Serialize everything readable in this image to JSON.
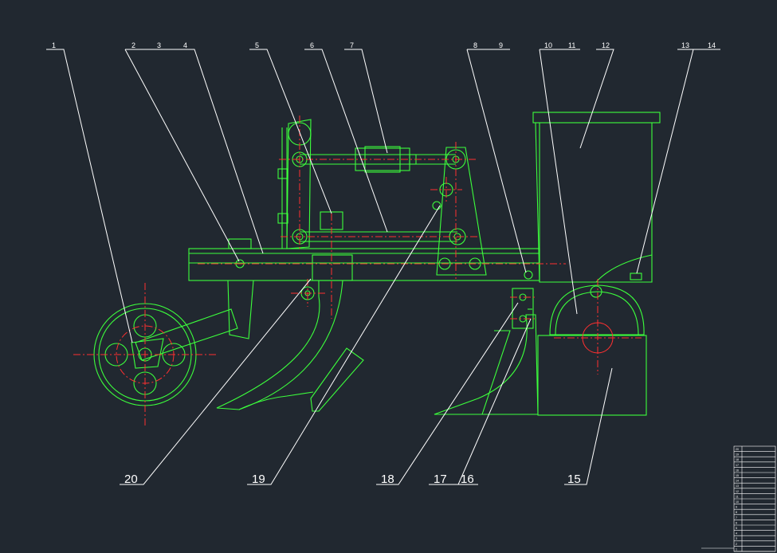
{
  "colors": {
    "background": "#212830",
    "outline": "#3cff3c",
    "centerline": "#ff3030",
    "annotation": "#ffffff"
  },
  "top_callouts": [
    "1",
    "2",
    "3",
    "4",
    "5",
    "6",
    "7",
    "8",
    "9",
    "10",
    "11",
    "12",
    "13",
    "14"
  ],
  "bottom_callouts": [
    "20",
    "19",
    "18",
    "17",
    "16",
    "15"
  ],
  "title_block": {
    "rows": [
      "20",
      "19",
      "18",
      "17",
      "16",
      "15",
      "14",
      "13",
      "12",
      "11",
      "10",
      "9",
      "8",
      "7",
      "6",
      "5",
      "4",
      "3",
      "2",
      "1"
    ]
  }
}
